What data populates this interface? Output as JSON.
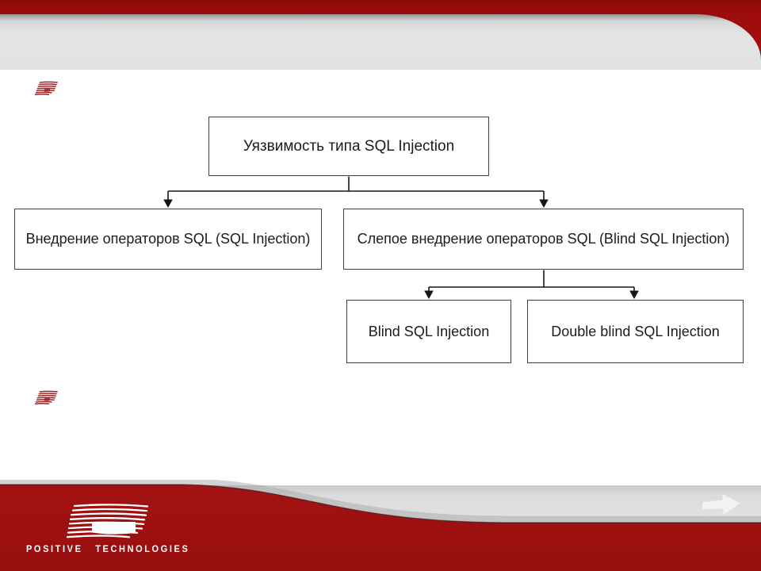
{
  "diagram": {
    "nodes": [
      {
        "id": "root",
        "label": "Уязвимость типа SQL Injection"
      },
      {
        "id": "sql-injection",
        "label": "Внедрение операторов SQL (SQL Injection)"
      },
      {
        "id": "blind-branch",
        "label": "Слепое внедрение операторов SQL (Blind SQL Injection)"
      },
      {
        "id": "blind",
        "label": "Blind SQL Injection"
      },
      {
        "id": "double-blind",
        "label": "Double blind SQL Injection"
      }
    ]
  },
  "footer": {
    "brand": "POSITIVE TECHNOLOGIES",
    "next_icon": "arrow-right-icon"
  },
  "icons": {
    "bullets": [
      "pt-stripes-bullet",
      "pt-stripes-bullet"
    ]
  },
  "colors": {
    "top_bar_red": "#9C0B0B",
    "footer_red": "#A01111",
    "band_gray": "#E2E2E2",
    "box_border": "#3F3F3F",
    "box_text": "#1C1C1C"
  }
}
